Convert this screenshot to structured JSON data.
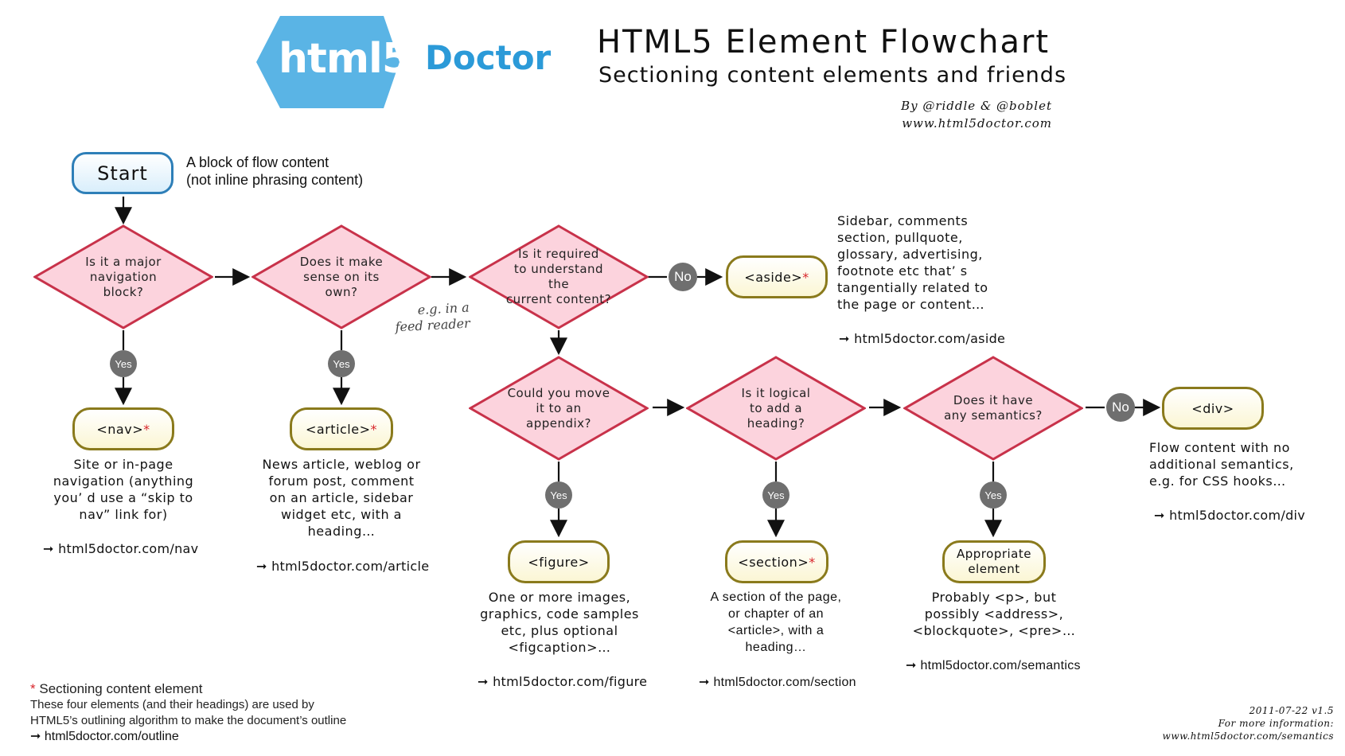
{
  "header": {
    "logo_mark": "html5",
    "logo_word": "Doctor",
    "title": "HTML5 Element Flowchart",
    "subtitle": "Sectioning content elements and friends",
    "by": "By @riddle & @boblet",
    "site": "www.html5doctor.com"
  },
  "colors": {
    "brand": "#5ab4e5",
    "brand_text": "#2b9ad8",
    "decision_fill": "#fcd3dd",
    "decision_border": "#c8324a",
    "pill_border": "#8a7a1c",
    "start_border": "#2e7fb8",
    "badge": "#6f6f6f",
    "star": "#d8252b"
  },
  "start": {
    "label": "Start",
    "note_line1": "A block of flow content",
    "note_line2": "(not inline phrasing content)"
  },
  "decisions": [
    {
      "line1": "Is it a major",
      "line2": "navigation block?"
    },
    {
      "line1": "Does it make",
      "line2": "sense on its own?"
    },
    {
      "line1": "Is it required",
      "line2": "to understand the",
      "line3": "current content?"
    },
    {
      "line1": "Could you move",
      "line2": "it to an appendix?"
    },
    {
      "line1": "Is it logical",
      "line2": "to add a heading?"
    },
    {
      "line1": "Does it have",
      "line2": "any semantics?"
    }
  ],
  "badges": {
    "yes": "Yes",
    "no": "No"
  },
  "eg_note": {
    "line1": "e.g. in a",
    "line2": "feed reader"
  },
  "outcomes": {
    "nav": {
      "label": "<nav>",
      "star": "*",
      "desc": [
        "Site or in-page",
        "navigation (anything",
        "you’ d use a  “skip to",
        "nav”  link for)"
      ],
      "link": "➞ html5doctor.com/nav"
    },
    "article": {
      "label": "<article>",
      "star": "*",
      "desc": [
        "News article, weblog or",
        "forum post, comment",
        "on an article, sidebar",
        "widget etc, with a",
        "heading…"
      ],
      "link": "➞ html5doctor.com/article"
    },
    "aside": {
      "label": "<aside>",
      "star": "*",
      "desc": [
        "Sidebar, comments",
        "section, pullquote,",
        "glossary, advertising,",
        "footnote etc that’ s",
        "tangentially related to",
        "the page or content…"
      ],
      "link": "➞ html5doctor.com/aside"
    },
    "figure": {
      "label": "<figure>",
      "desc": [
        "One or more images,",
        "graphics, code samples",
        "etc, plus optional",
        "<figcaption>…"
      ],
      "link": "➞ html5doctor.com/figure"
    },
    "section": {
      "label": "<section>",
      "star": "*",
      "desc": [
        "A section of the page,",
        "or chapter of an",
        "<article>, with a",
        "heading…"
      ],
      "link": "➞ html5doctor.com/section"
    },
    "appropriate": {
      "line1": "Appropriate",
      "line2": "element",
      "desc": [
        "Probably <p>, but",
        "possibly <address>,",
        "<blockquote>, <pre>…"
      ],
      "link": "➞ html5doctor.com/semantics"
    },
    "div": {
      "label": "<div>",
      "desc": [
        "Flow content with no",
        "additional semantics,",
        "e.g. for CSS hooks…"
      ],
      "link": "➞ html5doctor.com/div"
    }
  },
  "footnote": {
    "star": "*",
    "title": "Sectioning content element",
    "line1": "These four elements (and their headings) are used by",
    "line2": "HTML5’s outlining algorithm to make the document’s outline",
    "link": "➞ html5doctor.com/outline"
  },
  "credit": {
    "date": "2011-07-22 v1.5",
    "more": "For more information:",
    "url": "www.html5doctor.com/semantics"
  }
}
